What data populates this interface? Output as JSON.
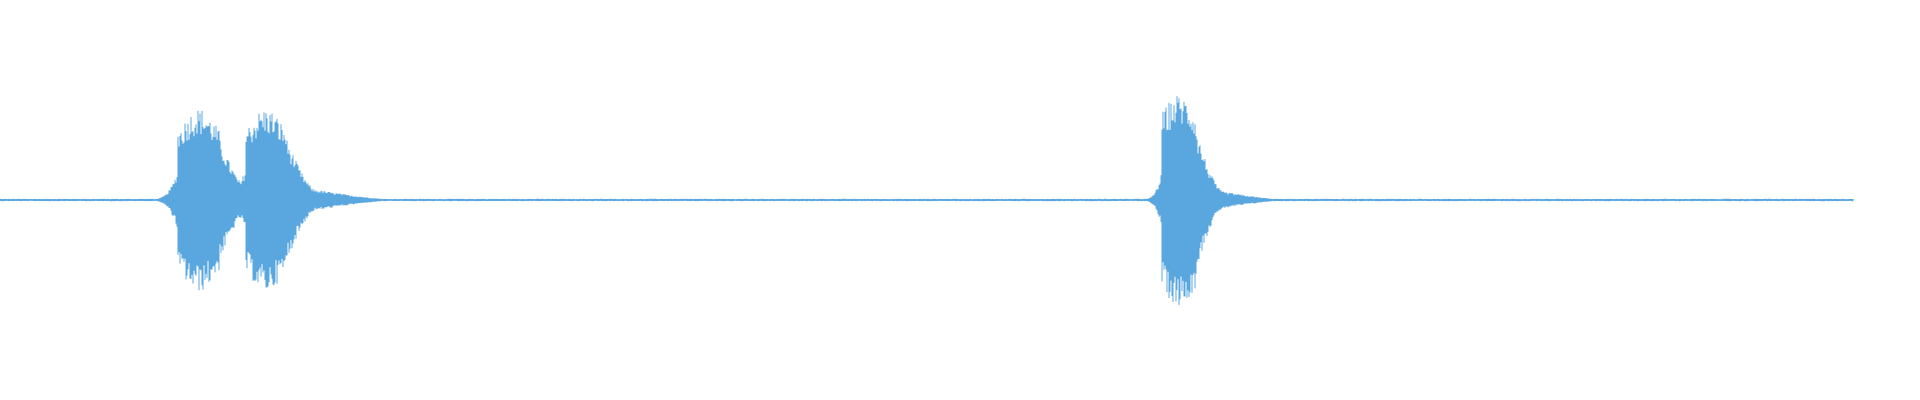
{
  "waveform": {
    "color": "#5aa7e0",
    "baseline_color": "#5aa7e0",
    "duration_fraction_drawn": 0.965,
    "bursts": [
      {
        "center": 0.1035,
        "peak": 0.46,
        "attack": 0.008,
        "decay": 0.012
      },
      {
        "center": 0.1385,
        "peak": 0.46,
        "attack": 0.008,
        "decay": 0.012
      },
      {
        "center": 0.614,
        "peak": 0.53,
        "attack": 0.006,
        "decay": 0.01
      }
    ],
    "tails": [
      {
        "start": 0.15,
        "level": 0.08,
        "length": 0.06
      },
      {
        "start": 0.628,
        "level": 0.06,
        "length": 0.045
      }
    ],
    "noise_floor": 0.006
  }
}
